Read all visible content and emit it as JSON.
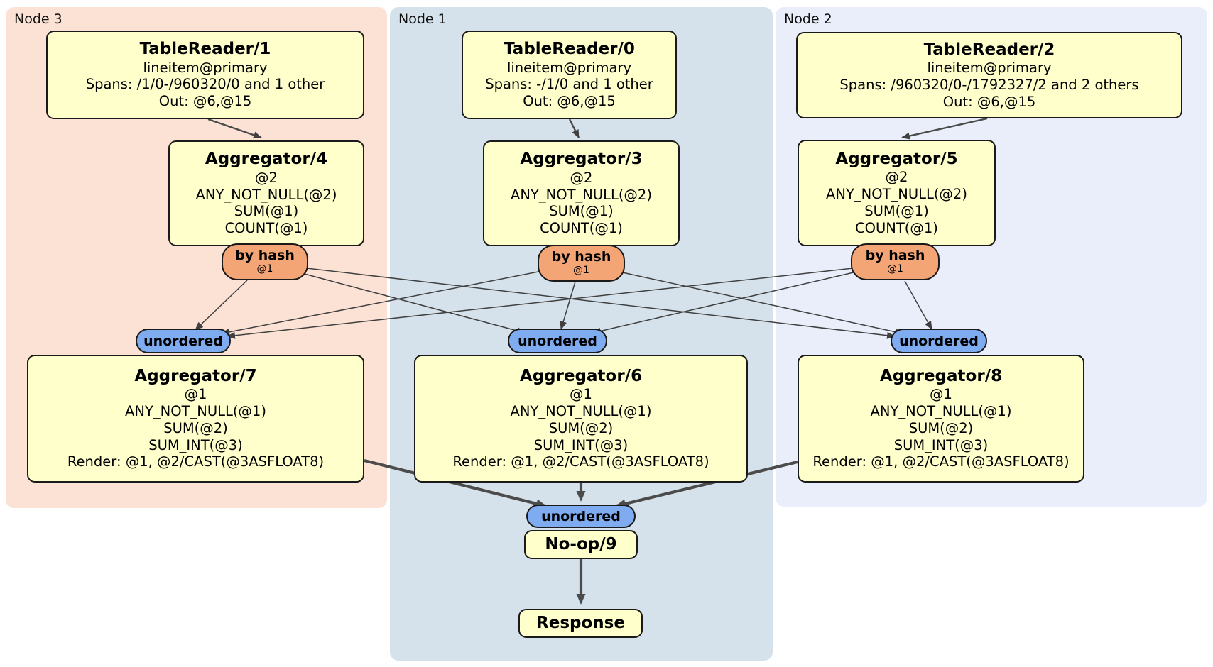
{
  "regions": {
    "node3": {
      "label": "Node 3"
    },
    "node1": {
      "label": "Node 1"
    },
    "node2": {
      "label": "Node 2"
    }
  },
  "processors": {
    "tablereader1": {
      "title": "TableReader/1",
      "lines": [
        "lineitem@primary",
        "Spans: /1/0-/960320/0 and 1 other",
        "Out: @6,@15"
      ]
    },
    "tablereader0": {
      "title": "TableReader/0",
      "lines": [
        "lineitem@primary",
        "Spans: -/1/0 and 1 other",
        "Out: @6,@15"
      ]
    },
    "tablereader2": {
      "title": "TableReader/2",
      "lines": [
        "lineitem@primary",
        "Spans: /960320/0-/1792327/2 and 2 others",
        "Out: @6,@15"
      ]
    },
    "aggregator4": {
      "title": "Aggregator/4",
      "lines": [
        "@2",
        "ANY_NOT_NULL(@2)",
        "SUM(@1)",
        "COUNT(@1)"
      ]
    },
    "aggregator3": {
      "title": "Aggregator/3",
      "lines": [
        "@2",
        "ANY_NOT_NULL(@2)",
        "SUM(@1)",
        "COUNT(@1)"
      ]
    },
    "aggregator5": {
      "title": "Aggregator/5",
      "lines": [
        "@2",
        "ANY_NOT_NULL(@2)",
        "SUM(@1)",
        "COUNT(@1)"
      ]
    },
    "aggregator7": {
      "title": "Aggregator/7",
      "lines": [
        "@1",
        "ANY_NOT_NULL(@1)",
        "SUM(@2)",
        "SUM_INT(@3)",
        "Render: @1, @2/CAST(@3ASFLOAT8)"
      ]
    },
    "aggregator6": {
      "title": "Aggregator/6",
      "lines": [
        "@1",
        "ANY_NOT_NULL(@1)",
        "SUM(@2)",
        "SUM_INT(@3)",
        "Render: @1, @2/CAST(@3ASFLOAT8)"
      ]
    },
    "aggregator8": {
      "title": "Aggregator/8",
      "lines": [
        "@1",
        "ANY_NOT_NULL(@1)",
        "SUM(@2)",
        "SUM_INT(@3)",
        "Render: @1, @2/CAST(@3ASFLOAT8)"
      ]
    },
    "noop": {
      "title": "No-op/9"
    },
    "response": {
      "title": "Response"
    }
  },
  "routers": {
    "byhash4": {
      "label": "by hash",
      "detail": "@1"
    },
    "byhash3": {
      "label": "by hash",
      "detail": "@1"
    },
    "byhash5": {
      "label": "by hash",
      "detail": "@1"
    }
  },
  "syncs": {
    "unordered7": {
      "label": "unordered"
    },
    "unordered6": {
      "label": "unordered"
    },
    "unordered8": {
      "label": "unordered"
    },
    "unordered_final": {
      "label": "unordered"
    }
  },
  "colors": {
    "node3_bg": "#fce1d5",
    "node1_bg": "#d5e2eb",
    "node2_bg": "#e9eefa",
    "processor_bg": "#ffffcc",
    "router_bg": "#f4a576",
    "sync_bg": "#7fabf0",
    "edge": "#404040",
    "thick_edge": "#4b4b4b"
  }
}
